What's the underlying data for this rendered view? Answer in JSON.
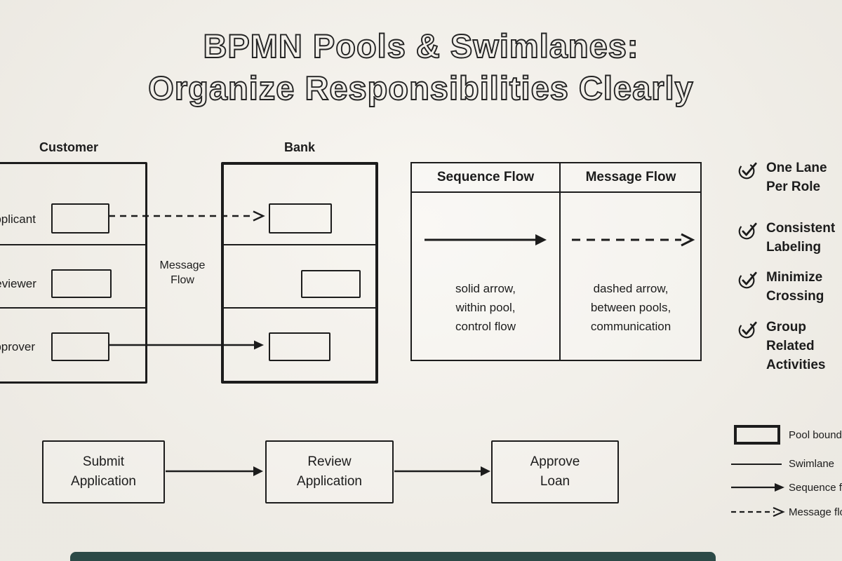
{
  "title": {
    "line1": "BPMN Pools & Swimlanes:",
    "line2": "Organize Responsibilities Clearly"
  },
  "pools": {
    "customer": {
      "label": "Customer",
      "lanes": [
        "Applicant",
        "Reviewer",
        "Approver"
      ]
    },
    "bank": {
      "label": "Bank"
    },
    "message_flow_label": "Message\nFlow"
  },
  "flow_table": {
    "headers": [
      "Sequence Flow",
      "Message Flow"
    ],
    "sequence_desc": "solid arrow,\nwithin pool,\ncontrol flow",
    "message_desc": "dashed arrow,\nbetween pools,\ncommunication"
  },
  "checklist": {
    "items": [
      "One Lane\nPer Role",
      "Consistent\nLabeling",
      "Minimize\nCrossing",
      "Group Related\nActivities"
    ]
  },
  "process": {
    "steps": [
      "Submit\nApplication",
      "Review\nApplication",
      "Approve\nLoan"
    ]
  },
  "legend": {
    "items": [
      "Pool boundary",
      "Swimlane",
      "Sequence flow",
      "Message flow"
    ]
  },
  "icons": {
    "checklist_icon": "check-circle-icon",
    "sequence_arrow": "solid-arrow-icon",
    "message_arrow": "dashed-arrow-icon"
  },
  "colors": {
    "background": "#f4f1ea",
    "ink": "#1c1c1c",
    "footer_bar": "#2c4a47"
  }
}
